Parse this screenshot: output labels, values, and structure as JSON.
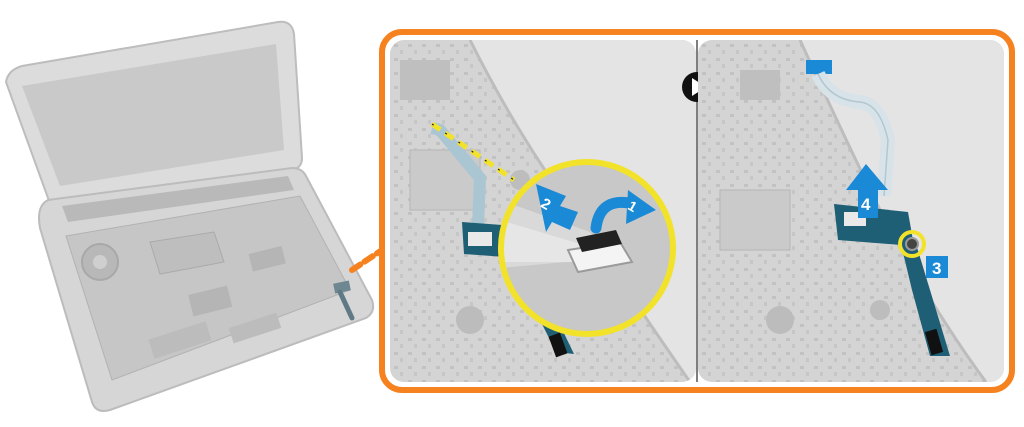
{
  "steps": [
    {
      "label": "1",
      "shape": "curved-arrow"
    },
    {
      "label": "2",
      "shape": "straight-arrow"
    },
    {
      "label": "3",
      "shape": "square-badge"
    },
    {
      "label": "4",
      "shape": "up-arrow"
    }
  ],
  "icons": {
    "sequence": "play-icon",
    "laptop": "laptop-icon"
  },
  "colors": {
    "frame": "#f5821f",
    "arrow": "#1b8ad6",
    "callout": "#f2e22a",
    "board": "#1f5f75",
    "laptop": "#d9d9d9"
  }
}
